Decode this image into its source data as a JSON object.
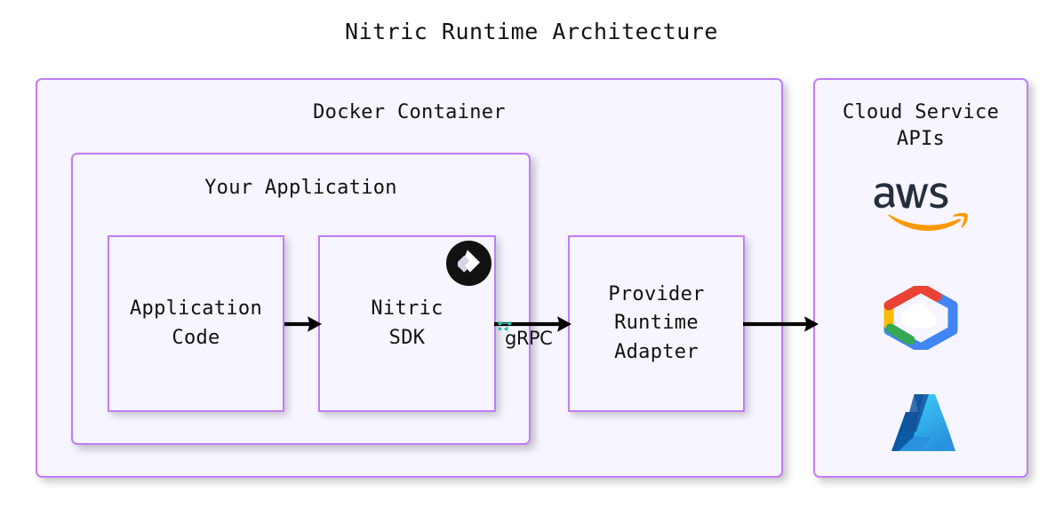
{
  "title": "Nitric Runtime Architecture",
  "colors": {
    "page_background": "#ffffff",
    "box_fill": "#f7f5ff",
    "box_border": "#c17df5",
    "text": "#111111",
    "arrow": "#000000",
    "nitric_badge": "#121212",
    "grpc_accent": "#2dbcaf",
    "aws_text": "#252f3e",
    "aws_smile": "#ff9900",
    "gcp_red": "#ea4335",
    "gcp_blue": "#4285f4",
    "gcp_yellow": "#fbbc05",
    "gcp_green": "#34a853",
    "azure_dark": "#0f5fa8",
    "azure_light": "#50b6f0"
  },
  "containers": {
    "docker": {
      "heading": "Docker Container",
      "children": {
        "your_application": {
          "heading": "Your Application",
          "boxes": [
            {
              "id": "application-code",
              "label": "Application\nCode"
            },
            {
              "id": "nitric-sdk",
              "label": "Nitric\nSDK",
              "badge": "nitric-logo"
            }
          ]
        },
        "provider_runtime_adapter": {
          "label": "Provider\nRuntime\nAdapter"
        }
      }
    },
    "cloud_service_apis": {
      "heading": "Cloud Service\nAPIs",
      "logos": [
        {
          "id": "aws",
          "name": "aws-logo",
          "wordmark": "aws"
        },
        {
          "id": "gcp",
          "name": "google-cloud-logo",
          "wordmark": ""
        },
        {
          "id": "azure",
          "name": "azure-logo",
          "wordmark": ""
        }
      ]
    }
  },
  "arrows": [
    {
      "id": "arrow-code-to-sdk",
      "from": "application-code",
      "to": "nitric-sdk",
      "label": ""
    },
    {
      "id": "arrow-sdk-to-adapter",
      "from": "nitric-sdk",
      "to": "provider-runtime-adapter",
      "label": "gRPC"
    },
    {
      "id": "arrow-adapter-to-cloud",
      "from": "provider-runtime-adapter",
      "to": "cloud-service-apis",
      "label": ""
    }
  ],
  "labels": {
    "grpc": "gRPC"
  }
}
